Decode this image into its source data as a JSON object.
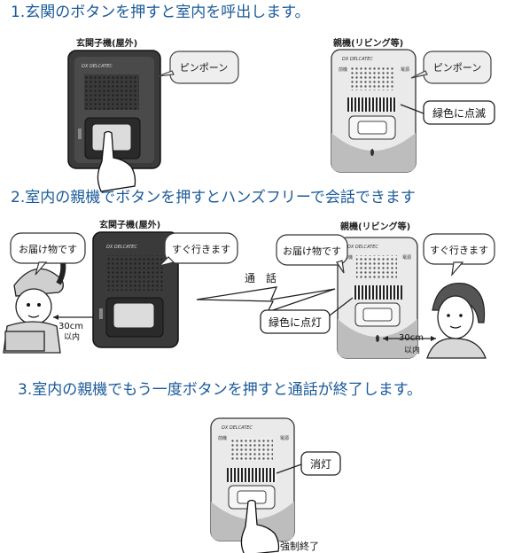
{
  "steps": {
    "s1": "1.玄関のボタンを押すと室内を呼出します。",
    "s2": "2.室内の親機でボタンを押すとハンズフリーで会話できます",
    "s3": "3.室内の親機でもう一度ボタンを押すと通話が終了します。"
  },
  "captions": {
    "door_unit": "玄関子機(屋外)",
    "main_unit": "親機(リビング等)"
  },
  "brand": "DX DELCATEC",
  "unit_labels": {
    "left": "前機",
    "right": "電源"
  },
  "bubbles": {
    "pinpon": "ピンポーン",
    "otodoke": "お届け物です",
    "suguikimasu": "すぐ行きます"
  },
  "callouts": {
    "blink_green": "緑色に点滅",
    "lit_green": "緑色に点灯",
    "off": "消灯"
  },
  "talk": "通　話",
  "distance": {
    "value": "30cm",
    "unit": "以内"
  },
  "forced_end": "強制終了",
  "colors": {
    "step_text": "#1a5a9a",
    "door_unit": "#3a3a3a",
    "main_unit": "#e8e8e8"
  }
}
